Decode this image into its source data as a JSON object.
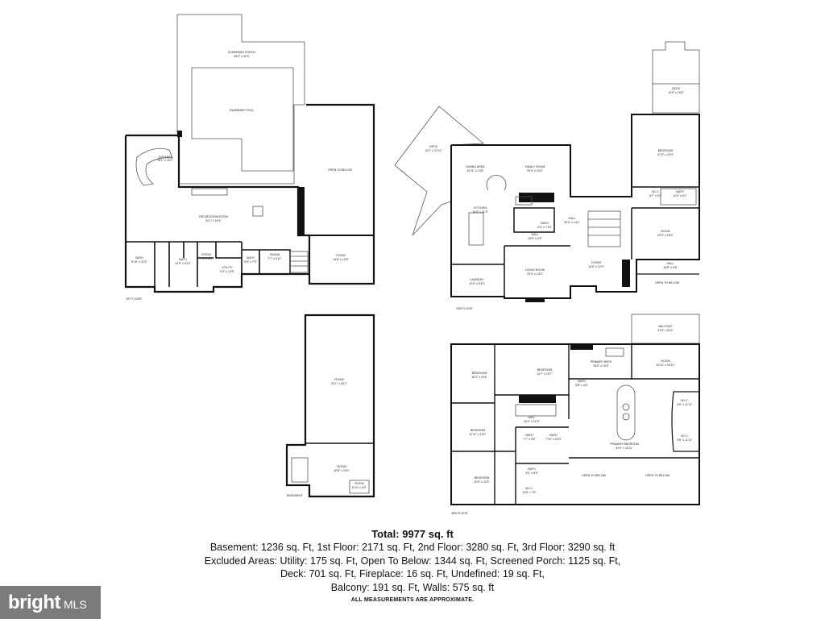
{
  "floors": {
    "first": "1ST FLOOR",
    "second": "2ND FLOOR",
    "third": "3RD FLOOR",
    "basement": "BASEMENT"
  },
  "rooms": {
    "screened_porch": "SCREENED PORCH",
    "screened_porch_dim": "39'0\" x 32'0\"",
    "swimming_pool": "SWIMMING POOL",
    "kitchen_1": "KITCHEN",
    "kitchen_1_dim": "15'1\" x 15'1\"",
    "open_to_below_1": "OPEN TO BELOW",
    "recreation_room": "RECREATION ROOM",
    "recreation_room_dim": "32'1\" x 19'1\"",
    "bath_1a": "BATH",
    "bath_1a_dim": "9'10\" x 11'5\"",
    "bath_1b": "BATH",
    "bath_1b_dim": "12'9\" x 5'10\"",
    "room_1a": "ROOM",
    "room_1a_dim": "7'4\" x 5'4\"",
    "utility": "UTILITY",
    "utility_dim": "9'3\" x 13'5\"",
    "bath_1c": "BATH",
    "bath_1c_dim": "5'8\" x 7'0\"",
    "sauna": "SAUNA",
    "sauna_dim": "7'7\" x 5'11\"",
    "room_1b": "ROOM",
    "room_1b_dim": "14'8\" x 13'8\"",
    "deck": "DECK",
    "deck_dim": "19'2\" x 21'11\"",
    "dining_area": "DINING AREA",
    "dining_area_dim": "15'11\" x 13'8\"",
    "family_room": "FAMILY ROOM",
    "family_room_dim": "20'0\" x 15'4\"",
    "kitchen_2": "KITCHEN",
    "kitchen_2_dim": "16'9\" x 21'5\"",
    "bath_2": "BATH",
    "bath_2_dim": "9'4\" x 7'10\"",
    "hall_2a": "HALL",
    "hall_2a_dim": "16'5\" x 5'9\"",
    "hall_2b": "HALL",
    "hall_2b_dim": "33'0\" x 14'1\"",
    "living_room": "LIVING ROOM",
    "living_room_dim": "20'0\" x 14'0\"",
    "laundry": "LAUNDRY",
    "laundry_dim": "13'0\" x 8'10\"",
    "foyer": "FOYER",
    "foyer_dim": "14'0\" x 12'0\"",
    "deck_upper": "DECK",
    "deck_upper_dim": "14'9\" x 10'6\"",
    "bedroom_2": "BEDROOM",
    "bedroom_2_dim": "21'0\" x 20'9\"",
    "wic_2": "W.I.C.",
    "wic_2_dim": "6'7\" x 5'1\"",
    "bath_2b": "BATH",
    "bath_2b_dim": "12'0\" x 6'1\"",
    "room_2": "ROOM",
    "room_2_dim": "20'9\" x 16'0\"",
    "hall_2c": "HALL",
    "hall_2c_dim": "14'6\" x 5'8\"",
    "open_to_below_2": "OPEN TO BELOW",
    "room_basement": "ROOM",
    "room_basement_dim": "33'1\" x 40'1\"",
    "room_basement_b": "ROOM",
    "room_basement_b_dim": "19'8\" x 15'4\"",
    "room_basement_c": "ROOM",
    "room_basement_c_dim": "5'10\" x 5'5\"",
    "balcony": "BALCONY",
    "balcony_dim": "21'9\" x 8'11\"",
    "bedroom_3a": "BEDROOM",
    "bedroom_3a_dim": "16'3\" x 19'6\"",
    "bedroom_3b": "BEDROOM",
    "bedroom_3b_dim": "14'7\" x 15'7\"",
    "primary_bath": "PRIMARY BATH",
    "primary_bath_dim": "16'0\" x 13'6\"",
    "room_3": "ROOM",
    "room_3_dim": "20'11\" x 15'11\"",
    "hall_3": "HALL",
    "hall_3_dim": "16'2\" x 10'3\"",
    "bedroom_3c": "BEDROOM",
    "bedroom_3c_dim": "12'11\" x 13'9\"",
    "primary_bedroom": "PRIMARY BEDROOM",
    "primary_bedroom_dim": "34'9\" x 23'11\"",
    "wic_3a": "W.I.C.",
    "wic_3a_dim": "9'6\" x 11'11\"",
    "wic_3b": "W.I.C.",
    "wic_3b_dim": "9'6\" x 11'11\"",
    "bedroom_3d": "BEDROOM",
    "bedroom_3d_dim": "20'5\" x 11'5\"",
    "bath_3a": "BATH",
    "bath_3a_dim": "7'7\" x 5'6\"",
    "bath_3b": "BATH",
    "bath_3b_dim": "7'10\" x 5'10\"",
    "bath_3c": "BATH",
    "bath_3c_dim": "9'0\" x 8'9\"",
    "wic_3c": "W.I.C.",
    "wic_3c_dim": "11'6\" x 7'6\"",
    "open_to_below_3a": "OPEN TO BELOW",
    "open_to_below_3b": "OPEN TO BELOW",
    "bath_3d": "BATH",
    "bath_3d_dim": "5'8\" x 4'6\""
  },
  "summary": {
    "total": "Total: 9977 sq. ft",
    "line1": "Basement: 1236 sq. Ft, 1st Floor: 2171 sq. Ft, 2nd Floor: 3280 sq. Ft, 3rd Floor: 3290 sq. ft",
    "line2": "Excluded Areas: Utility: 175 sq. Ft, Open To Below: 1344 sq. Ft, Screened Porch: 1125 sq. Ft,",
    "line3": "Deck: 701 sq. Ft, Fireplace: 16 sq. Ft, Undefined: 19 sq. Ft,",
    "line4": "Balcony: 191 sq. Ft, Walls: 575 sq. ft",
    "note": "ALL MEASUREMENTS ARE APPROXIMATE."
  },
  "logo": {
    "brand": "bright",
    "suffix": "MLS"
  },
  "colors": {
    "wall": "#111111",
    "thin_line": "#555555",
    "logo_bg": "#7b7b7b"
  }
}
